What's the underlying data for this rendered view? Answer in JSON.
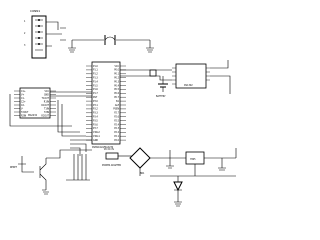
{
  "connector": {
    "label": "CONN1"
  },
  "mcu": {
    "label": "DS89C4x0/MAX232",
    "left_pins": [
      "P1.0",
      "P1.1",
      "P1.2",
      "P1.3",
      "P1.4",
      "P1.5",
      "P1.6",
      "P1.7",
      "RST",
      "P3.0",
      "P3.1",
      "P3.2",
      "P3.3",
      "P3.4",
      "P3.5",
      "P3.6",
      "P3.7",
      "XTAL2",
      "XTAL1",
      "GND"
    ],
    "right_pins": [
      "VCC",
      "P0.0",
      "P0.1",
      "P0.2",
      "P0.3",
      "P0.4",
      "P0.5",
      "P0.6",
      "P0.7",
      "EA",
      "ALE",
      "PSEN",
      "P2.7",
      "P2.6",
      "P2.5",
      "P2.4",
      "P2.3",
      "P2.2",
      "P2.1",
      "P2.0"
    ]
  },
  "transceiver": {
    "label": "MAX232",
    "left_pins": [
      "C1+",
      "V+",
      "C1-",
      "C2+",
      "C2-",
      "V-",
      "T2OUT",
      "R2IN"
    ],
    "right_pins": [
      "VCC",
      "GND",
      "T1OUT",
      "R1IN",
      "R1OUT",
      "T1IN",
      "T2IN",
      "R2OUT"
    ]
  },
  "rtc": {
    "label": "DS1302",
    "battery_label": "BATTERY"
  },
  "power": {
    "regulator_label": "7805",
    "dc_in_label": "9V DC IN",
    "adapter_label": "POWER ADAPTER"
  },
  "switch": {
    "label": "RESET"
  }
}
